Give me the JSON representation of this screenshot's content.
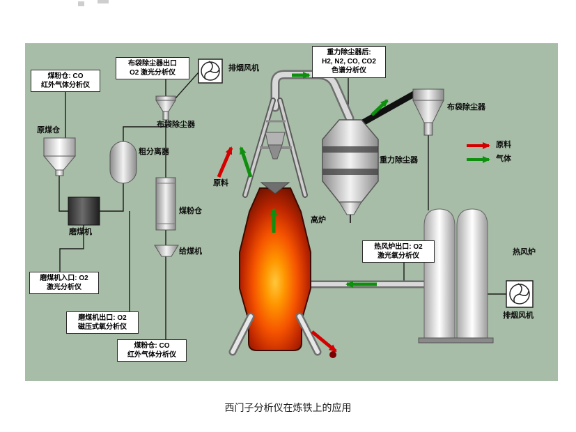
{
  "page": {
    "caption": "西门子分析仪在炼铁上的应用",
    "background": "#ffffff",
    "diagram_background": "#a7bda7"
  },
  "colors": {
    "material_arrow_red": "#d40000",
    "gas_arrow_green": "#0e8f0e",
    "furnace_glow_orange": "#ff7300",
    "pipe_gray": "#d9d9d9",
    "black_pipe": "#101010"
  },
  "legend": {
    "material": "原料",
    "gas": "气体"
  },
  "labels": {
    "fan_top": "排烟风机",
    "bag_filter_left": "布袋除尘器",
    "separator": "粗分离器",
    "raw_coal_bin": "原煤仓",
    "coal_mill": "磨煤机",
    "powder_bin": "煤粉仓",
    "coal_feeder": "给煤机",
    "raw_material": "原料",
    "blast_furnace": "高炉",
    "gravity_collector": "重力除尘器",
    "bag_filter_right": "布袋除尘器",
    "hot_stove": "热风炉",
    "fan_right": "排烟风机"
  },
  "analyzer_boxes": [
    {
      "id": "bag-filter-outlet",
      "text": "布袋除尘器出口\nO2 激光分析仪"
    },
    {
      "id": "coal-bin-top",
      "text": "煤粉仓: CO\n红外气体分析仪"
    },
    {
      "id": "gravity-collector-after",
      "text": "重力除尘器后:\nH2, N2, CO, CO2\n色谱分析仪"
    },
    {
      "id": "hot-stove-outlet",
      "text": "热风炉出口: O2\n激光氧分析仪"
    },
    {
      "id": "mill-inlet",
      "text": "磨煤机入口: O2\n激光分析仪"
    },
    {
      "id": "mill-outlet",
      "text": "磨煤机出口: O2\n磁压式氧分析仪"
    },
    {
      "id": "coal-bin-bottom",
      "text": "煤粉仓: CO\n红外气体分析仪"
    }
  ]
}
